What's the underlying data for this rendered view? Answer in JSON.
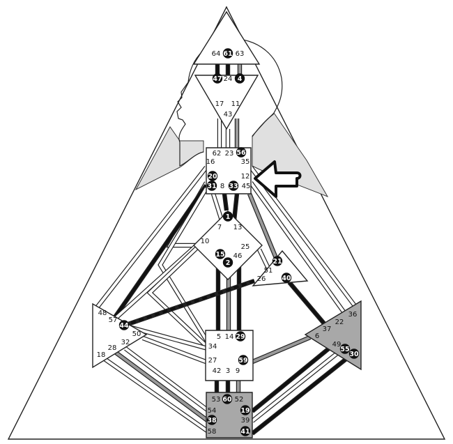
{
  "colors": {
    "defined_black": "#111111",
    "defined_gray": "#9a9a9a",
    "undefined_white": "#ffffff",
    "center_gray": "#a8a8a8",
    "silhouette": "#e0e0e0"
  },
  "centers": [
    {
      "id": "head",
      "shape": "triangle-up",
      "defined": false
    },
    {
      "id": "ajna",
      "shape": "triangle-down",
      "defined": false
    },
    {
      "id": "throat",
      "shape": "square",
      "defined": false
    },
    {
      "id": "g",
      "shape": "diamond",
      "defined": false
    },
    {
      "id": "heart",
      "shape": "triangle",
      "defined": false
    },
    {
      "id": "spleen",
      "shape": "triangle",
      "defined": false
    },
    {
      "id": "sacral",
      "shape": "square",
      "defined": false
    },
    {
      "id": "solar",
      "shape": "triangle",
      "defined": true
    },
    {
      "id": "root",
      "shape": "square",
      "defined": true
    }
  ],
  "gates": [
    {
      "n": "64",
      "c": "head",
      "hl": false
    },
    {
      "n": "61",
      "c": "head",
      "hl": true
    },
    {
      "n": "63",
      "c": "head",
      "hl": false
    },
    {
      "n": "47",
      "c": "ajna",
      "hl": true
    },
    {
      "n": "24",
      "c": "ajna",
      "hl": false
    },
    {
      "n": "4",
      "c": "ajna",
      "hl": true
    },
    {
      "n": "17",
      "c": "ajna",
      "hl": false
    },
    {
      "n": "11",
      "c": "ajna",
      "hl": false
    },
    {
      "n": "43",
      "c": "ajna",
      "hl": false
    },
    {
      "n": "62",
      "c": "throat",
      "hl": false
    },
    {
      "n": "23",
      "c": "throat",
      "hl": false
    },
    {
      "n": "56",
      "c": "throat",
      "hl": true
    },
    {
      "n": "16",
      "c": "throat",
      "hl": false
    },
    {
      "n": "35",
      "c": "throat",
      "hl": false
    },
    {
      "n": "20",
      "c": "throat",
      "hl": true
    },
    {
      "n": "12",
      "c": "throat",
      "hl": false
    },
    {
      "n": "31",
      "c": "throat",
      "hl": true
    },
    {
      "n": "8",
      "c": "throat",
      "hl": false
    },
    {
      "n": "33",
      "c": "throat",
      "hl": true
    },
    {
      "n": "45",
      "c": "throat",
      "hl": false
    },
    {
      "n": "1",
      "c": "g",
      "hl": true
    },
    {
      "n": "7",
      "c": "g",
      "hl": false
    },
    {
      "n": "13",
      "c": "g",
      "hl": false
    },
    {
      "n": "10",
      "c": "g",
      "hl": false
    },
    {
      "n": "25",
      "c": "g",
      "hl": false
    },
    {
      "n": "15",
      "c": "g",
      "hl": true
    },
    {
      "n": "46",
      "c": "g",
      "hl": false
    },
    {
      "n": "2",
      "c": "g",
      "hl": true
    },
    {
      "n": "21",
      "c": "heart",
      "hl": true
    },
    {
      "n": "51",
      "c": "heart",
      "hl": false
    },
    {
      "n": "26",
      "c": "heart",
      "hl": false
    },
    {
      "n": "40",
      "c": "heart",
      "hl": true
    },
    {
      "n": "48",
      "c": "spleen",
      "hl": false
    },
    {
      "n": "57",
      "c": "spleen",
      "hl": false
    },
    {
      "n": "44",
      "c": "spleen",
      "hl": true
    },
    {
      "n": "50",
      "c": "spleen",
      "hl": false
    },
    {
      "n": "32",
      "c": "spleen",
      "hl": false
    },
    {
      "n": "28",
      "c": "spleen",
      "hl": false
    },
    {
      "n": "18",
      "c": "spleen",
      "hl": false
    },
    {
      "n": "5",
      "c": "sacral",
      "hl": false
    },
    {
      "n": "14",
      "c": "sacral",
      "hl": false
    },
    {
      "n": "29",
      "c": "sacral",
      "hl": true
    },
    {
      "n": "34",
      "c": "sacral",
      "hl": false
    },
    {
      "n": "27",
      "c": "sacral",
      "hl": false
    },
    {
      "n": "59",
      "c": "sacral",
      "hl": true
    },
    {
      "n": "42",
      "c": "sacral",
      "hl": false
    },
    {
      "n": "3",
      "c": "sacral",
      "hl": false
    },
    {
      "n": "9",
      "c": "sacral",
      "hl": false
    },
    {
      "n": "36",
      "c": "solar",
      "hl": false
    },
    {
      "n": "22",
      "c": "solar",
      "hl": false
    },
    {
      "n": "37",
      "c": "solar",
      "hl": false
    },
    {
      "n": "6",
      "c": "solar",
      "hl": false
    },
    {
      "n": "49",
      "c": "solar",
      "hl": false
    },
    {
      "n": "55",
      "c": "solar",
      "hl": true
    },
    {
      "n": "30",
      "c": "solar",
      "hl": true
    },
    {
      "n": "53",
      "c": "root",
      "hl": false
    },
    {
      "n": "60",
      "c": "root",
      "hl": true
    },
    {
      "n": "52",
      "c": "root",
      "hl": false
    },
    {
      "n": "54",
      "c": "root",
      "hl": false
    },
    {
      "n": "19",
      "c": "root",
      "hl": true
    },
    {
      "n": "38",
      "c": "root",
      "hl": true
    },
    {
      "n": "39",
      "c": "root",
      "hl": false
    },
    {
      "n": "58",
      "c": "root",
      "hl": false
    },
    {
      "n": "41",
      "c": "root",
      "hl": true
    }
  ],
  "channels": [
    {
      "id": "64-47",
      "activation": "black"
    },
    {
      "id": "61-24",
      "activation": "black"
    },
    {
      "id": "63-4",
      "activation": "gray"
    },
    {
      "id": "17-62",
      "activation": "none"
    },
    {
      "id": "43-23",
      "activation": "none"
    },
    {
      "id": "11-56",
      "activation": "gray"
    },
    {
      "id": "20-10",
      "activation": "none"
    },
    {
      "id": "20-57",
      "activation": "black"
    },
    {
      "id": "20-34",
      "activation": "none"
    },
    {
      "id": "16-48",
      "activation": "none"
    },
    {
      "id": "31-7",
      "activation": "none"
    },
    {
      "id": "8-1",
      "activation": "black"
    },
    {
      "id": "33-13",
      "activation": "black"
    },
    {
      "id": "45-21",
      "activation": "gray"
    },
    {
      "id": "35-36",
      "activation": "none"
    },
    {
      "id": "12-22",
      "activation": "none"
    },
    {
      "id": "10-57",
      "activation": "none"
    },
    {
      "id": "10-34",
      "activation": "none"
    },
    {
      "id": "25-51",
      "activation": "none"
    },
    {
      "id": "15-5",
      "activation": "black"
    },
    {
      "id": "46-29",
      "activation": "black"
    },
    {
      "id": "2-14",
      "activation": "gray"
    },
    {
      "id": "26-44",
      "activation": "dashed"
    },
    {
      "id": "40-37",
      "activation": "black"
    },
    {
      "id": "57-34",
      "activation": "none"
    },
    {
      "id": "50-27",
      "activation": "none"
    },
    {
      "id": "32-54",
      "activation": "none"
    },
    {
      "id": "28-38",
      "activation": "gray"
    },
    {
      "id": "18-58",
      "activation": "none"
    },
    {
      "id": "59-6",
      "activation": "gray"
    },
    {
      "id": "42-53",
      "activation": "black"
    },
    {
      "id": "3-60",
      "activation": "black"
    },
    {
      "id": "9-52",
      "activation": "gray"
    },
    {
      "id": "49-19",
      "activation": "black"
    },
    {
      "id": "55-39",
      "activation": "none"
    },
    {
      "id": "30-41",
      "activation": "black"
    }
  ],
  "pointer": {
    "icon": "arrow-pointing-left-icon",
    "target": "throat"
  }
}
